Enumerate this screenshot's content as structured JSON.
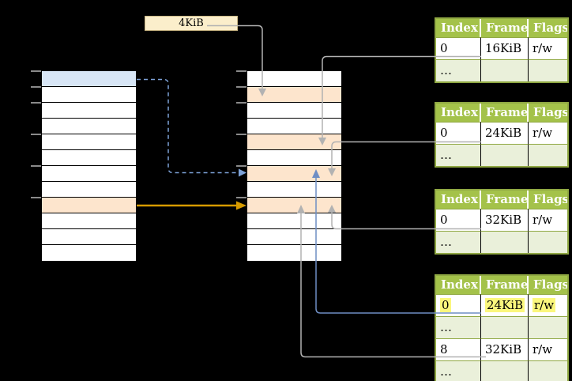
{
  "label_4kib": {
    "text": "4KiB"
  },
  "colors": {
    "header_green": "#a4c24a",
    "row_green": "#eaf0da",
    "grid_green": "#90a843",
    "orange_fill": "#fde5cd",
    "blue_fill": "#d8e6f6",
    "yellow_highlight": "#fbf77d",
    "box_fill": "#fbeecb",
    "box_border": "#c9b684",
    "arrow_gray": "#b2b2b2",
    "arrow_blue": "#6f8ec4",
    "arrow_blue_dashed": "#7da2d8",
    "arrow_orange": "#d79b00",
    "tick_gray": "#8a8a8a"
  },
  "memory_columns": {
    "left_rows": [
      "blue",
      "white",
      "white",
      "white",
      "white",
      "white",
      "white",
      "white",
      "orange",
      "white",
      "white",
      "white"
    ],
    "middle_rows": [
      "white",
      "orange",
      "white",
      "white",
      "orange",
      "white",
      "orange",
      "white",
      "orange",
      "white",
      "white",
      "white"
    ],
    "tick_ys": [
      90,
      110,
      130,
      170,
      210,
      250
    ]
  },
  "frame_tables": [
    {
      "headers": [
        "Index",
        "Frame",
        "Flags"
      ],
      "rows": [
        {
          "cells": [
            "0",
            "16KiB",
            "r/w"
          ],
          "variant": "value",
          "highlight": false
        },
        {
          "cells": [
            "…",
            "",
            ""
          ],
          "variant": "dots",
          "highlight": false
        }
      ]
    },
    {
      "headers": [
        "Index",
        "Frame",
        "Flags"
      ],
      "rows": [
        {
          "cells": [
            "0",
            "24KiB",
            "r/w"
          ],
          "variant": "value",
          "highlight": false
        },
        {
          "cells": [
            "…",
            "",
            ""
          ],
          "variant": "dots",
          "highlight": false
        }
      ]
    },
    {
      "headers": [
        "Index",
        "Frame",
        "Flags"
      ],
      "rows": [
        {
          "cells": [
            "0",
            "32KiB",
            "r/w"
          ],
          "variant": "value",
          "highlight": false
        },
        {
          "cells": [
            "…",
            "",
            ""
          ],
          "variant": "dots",
          "highlight": false
        }
      ]
    },
    {
      "headers": [
        "Index",
        "Frame",
        "Flags"
      ],
      "rows": [
        {
          "cells": [
            "0",
            "24KiB",
            "r/w"
          ],
          "variant": "value",
          "highlight": true
        },
        {
          "cells": [
            "…",
            "",
            ""
          ],
          "variant": "dots",
          "highlight": false
        },
        {
          "cells": [
            "8",
            "32KiB",
            "r/w"
          ],
          "variant": "value",
          "highlight": false
        },
        {
          "cells": [
            "…",
            "",
            ""
          ],
          "variant": "dots",
          "highlight": false
        }
      ]
    }
  ]
}
